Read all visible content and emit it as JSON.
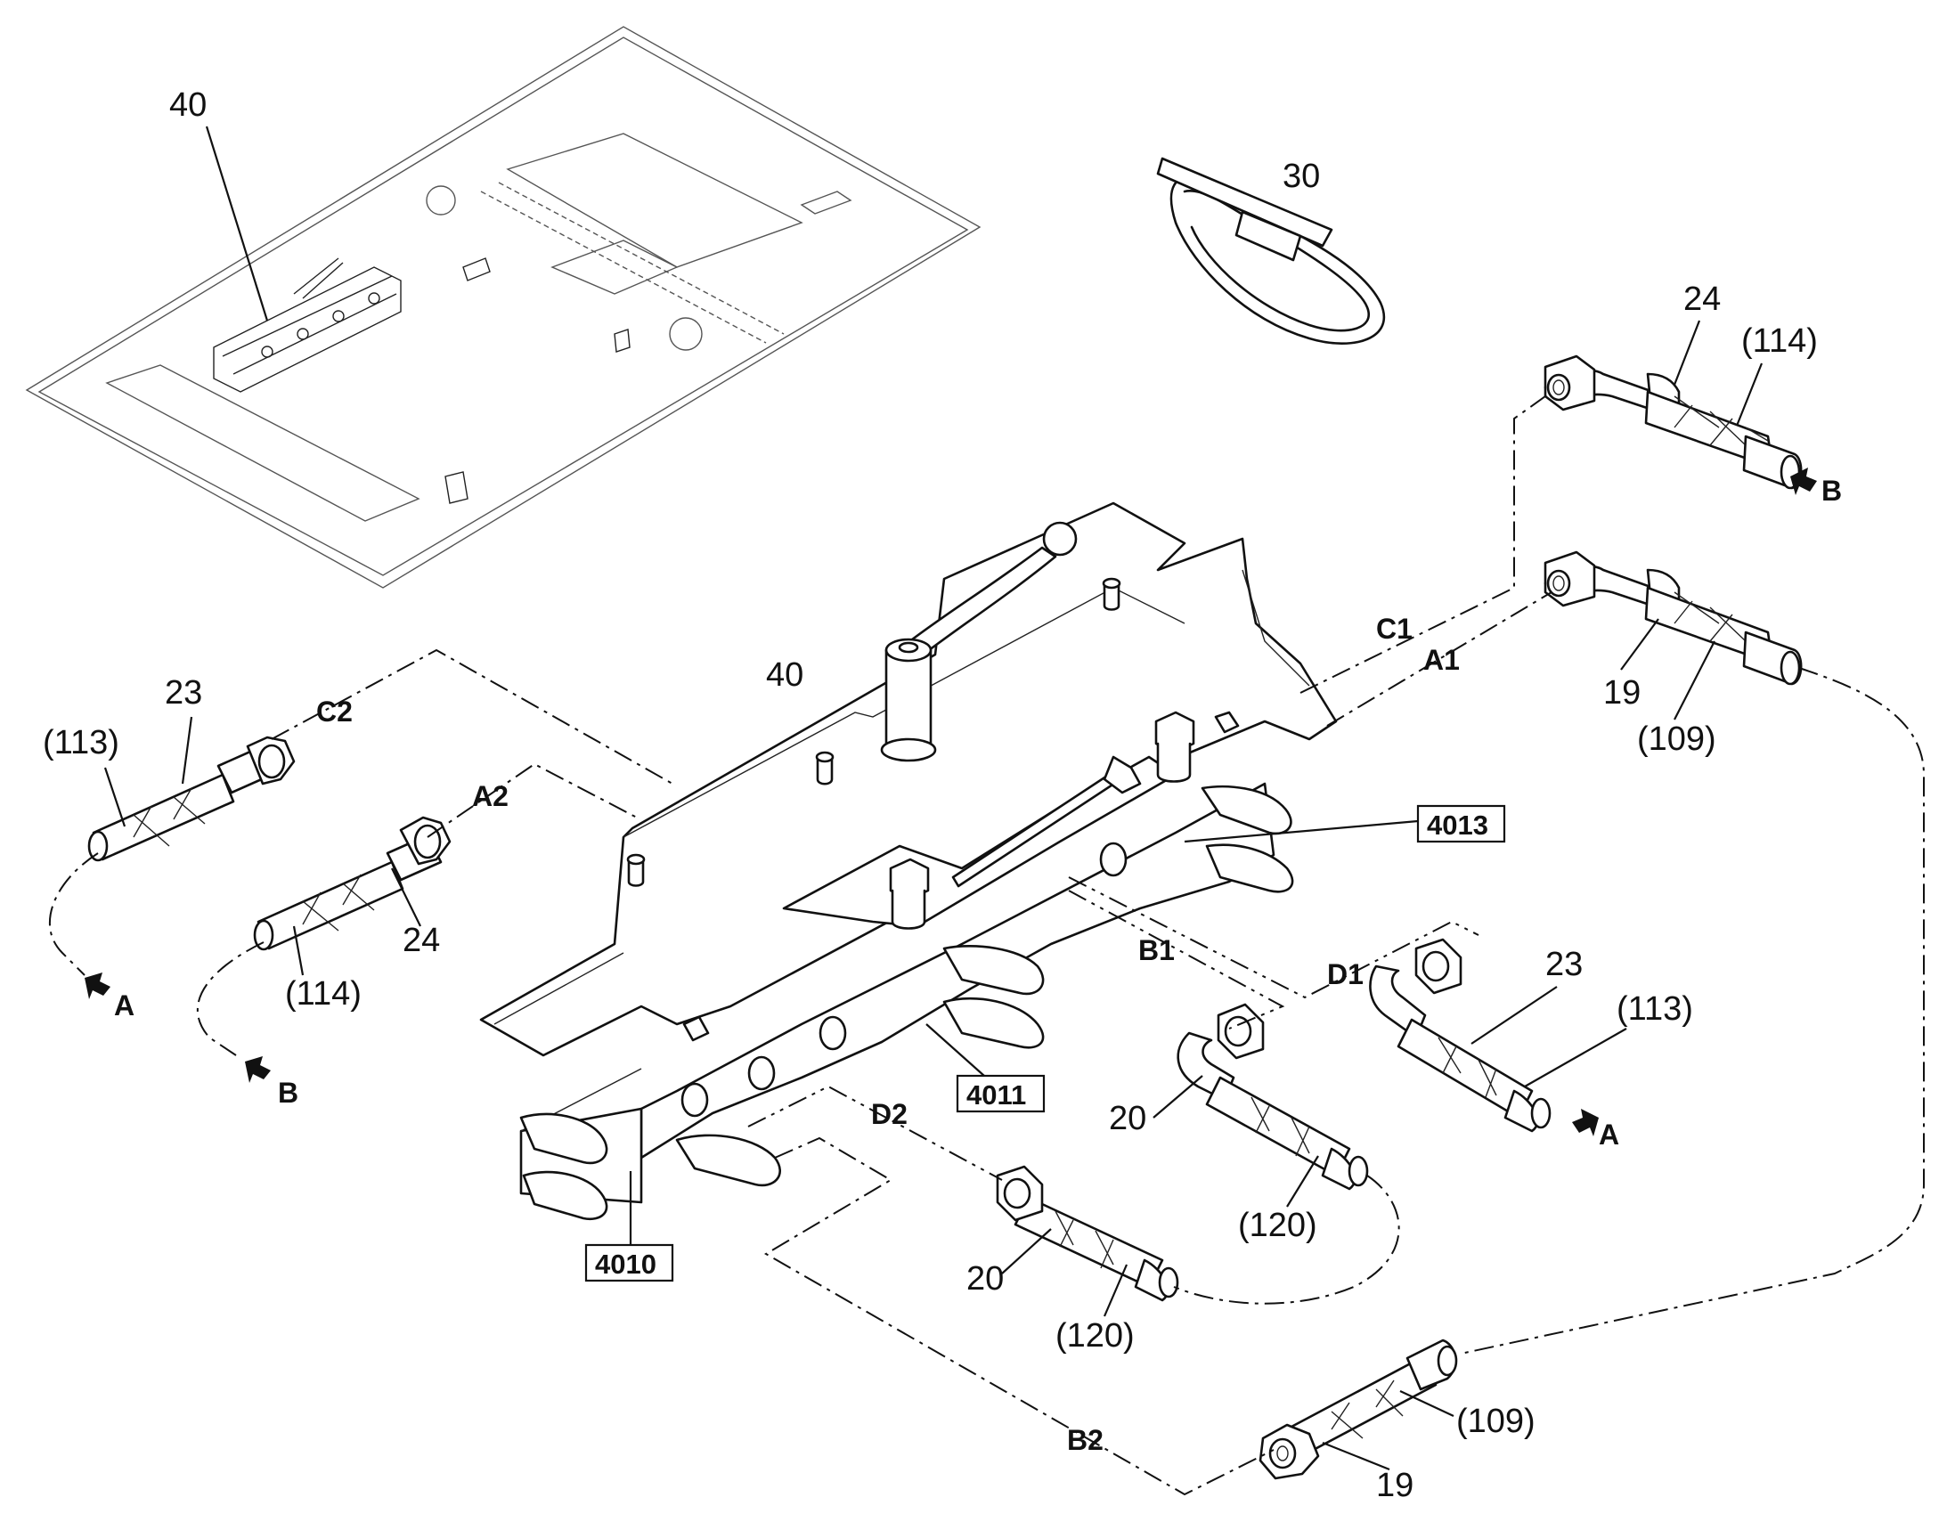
{
  "callouts": {
    "c40_top": "40",
    "c40_main": "40",
    "c30": "30",
    "c24_right": "24",
    "c114_right": "(114)",
    "c19_right": "19",
    "c109_right": "(109)",
    "c23_left": "23",
    "c113_left": "(113)",
    "c24_left": "24",
    "c114_left": "(114)",
    "c23_right": "23",
    "c113_right": "(113)",
    "c20_mid": "20",
    "c120_mid": "(120)",
    "c20_low": "20",
    "c120_low": "(120)",
    "c19_bottom": "19",
    "c109_bottom": "(109)"
  },
  "connections": {
    "C1": "C1",
    "A1": "A1",
    "C2": "C2",
    "A2": "A2",
    "B1": "B1",
    "D1": "D1",
    "D2": "D2",
    "B2": "B2"
  },
  "arrows": {
    "b_right": "B",
    "a_left": "A",
    "b_left": "B",
    "a_right": "A"
  },
  "refs": {
    "r4013": "4013",
    "r4011": "4011",
    "r4010": "4010"
  }
}
